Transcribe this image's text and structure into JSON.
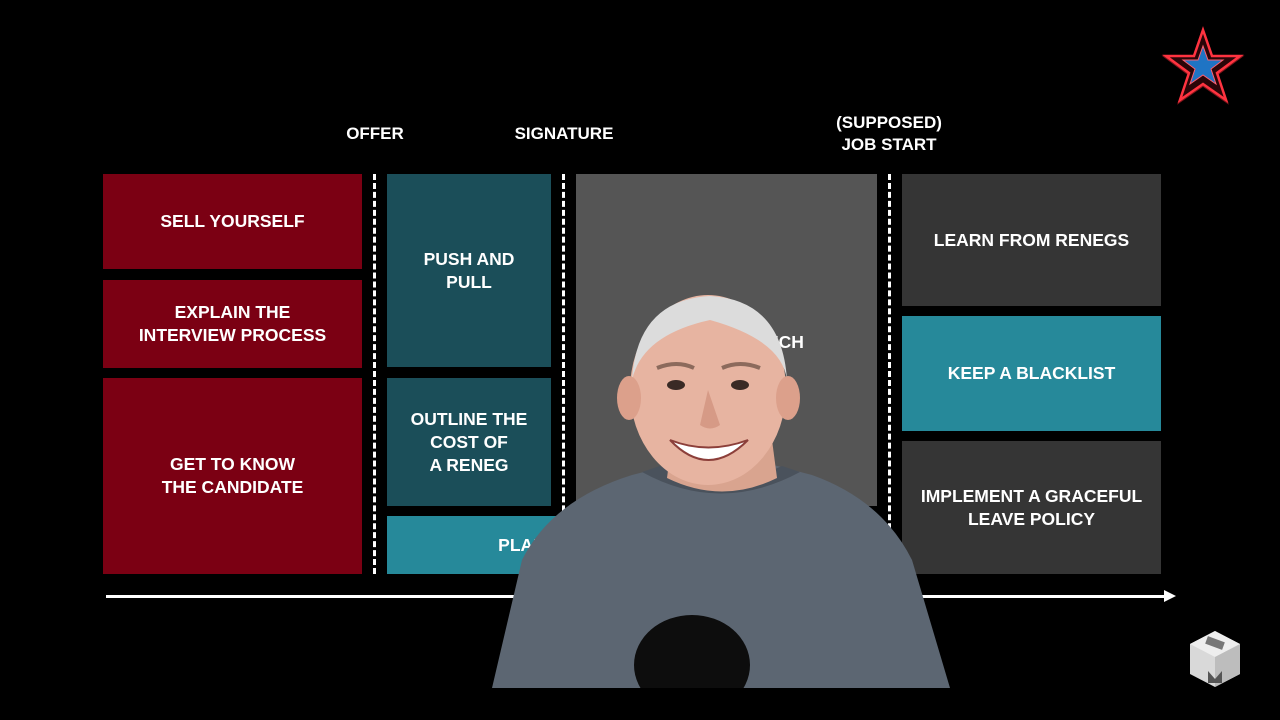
{
  "milestones": {
    "offer": "OFFER",
    "signature": "SIGNATURE",
    "job_start": "(SUPPOSED)\nJOB START"
  },
  "phase1": {
    "sell_yourself": "SELL YOURSELF",
    "explain_process": "EXPLAIN THE\nINTERVIEW PROCESS",
    "know_candidate": "GET TO KNOW\nTHE CANDIDATE"
  },
  "phase2": {
    "push_pull": "PUSH AND\nPULL",
    "outline_cost": "OUTLINE THE\nCOST OF\nA RENEG",
    "plan": "PLAN"
  },
  "phase3": {
    "partial_text": "UCH"
  },
  "phase4": {
    "learn": "LEARN FROM RENEGS",
    "blacklist": "KEEP A BLACKLIST",
    "leave_policy": "IMPLEMENT A GRACEFUL\nLEAVE POLICY"
  },
  "colors": {
    "red": "#7b0013",
    "teal_dark": "#1b4e59",
    "teal": "#26899a",
    "gray_dark": "#353535",
    "gray_mid": "#555555",
    "neon_red": "#ff2a36",
    "star_blue": "#1f74c4"
  },
  "icons": {
    "top_right": "neon-star-logo",
    "bottom_right": "cube-logo"
  }
}
